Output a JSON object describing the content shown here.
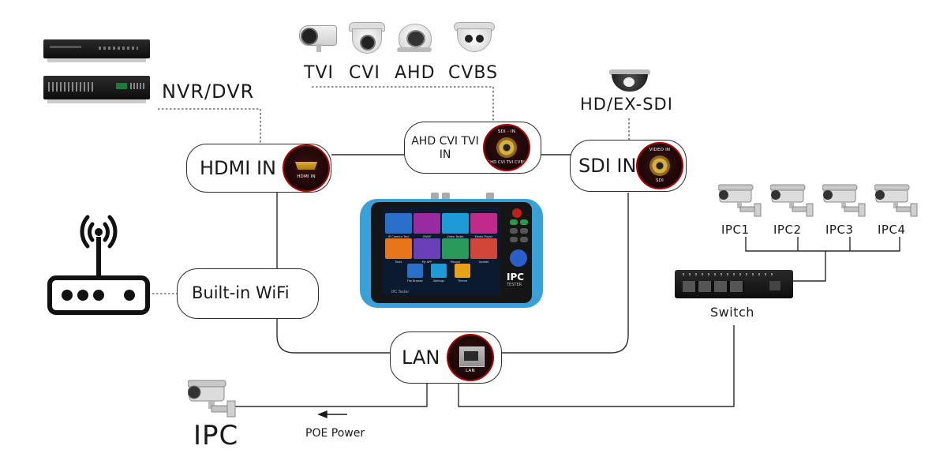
{
  "labels": {
    "nvr_dvr": "NVR/DVR",
    "camera_types": [
      "TVI",
      "CVI",
      "AHD",
      "CVBS"
    ],
    "hd_ex_sdi": "HD/EX-SDI",
    "ipc_list": [
      "IPC1",
      "IPC2",
      "IPC3",
      "IPC4"
    ],
    "switch": "Switch",
    "ipc_big": "IPC",
    "poe_power": "POE Power"
  },
  "nodes": {
    "hdmi_in": "HDMI IN",
    "analog_in": "AHD CVI TVI IN",
    "sdi_in": "SDI IN",
    "wifi": "Built-in WiFi",
    "lan": "LAN"
  },
  "ports": {
    "hdmi": "HDMI IN",
    "bnc_top": "SDI - IN",
    "bnc_bottom": "AHD CVI TVI CVBS",
    "video_top": "VIDEO IN",
    "video_bottom": "SDI",
    "lan": "LAN"
  },
  "device": {
    "brand_badge": "IPC",
    "brand_sub": "TESTER",
    "footer": "IPC Tester",
    "apps": [
      "IP Camera Test",
      "ONVIF",
      "Video Tester",
      "Media Player",
      "Tools",
      "My APP",
      "Manual",
      "Update",
      "File Browser",
      "Settings",
      "Theme"
    ]
  },
  "colors": {
    "device_frame": "#3aa0d8",
    "port_ring": "#b00000",
    "line": "#2b2b2b"
  }
}
